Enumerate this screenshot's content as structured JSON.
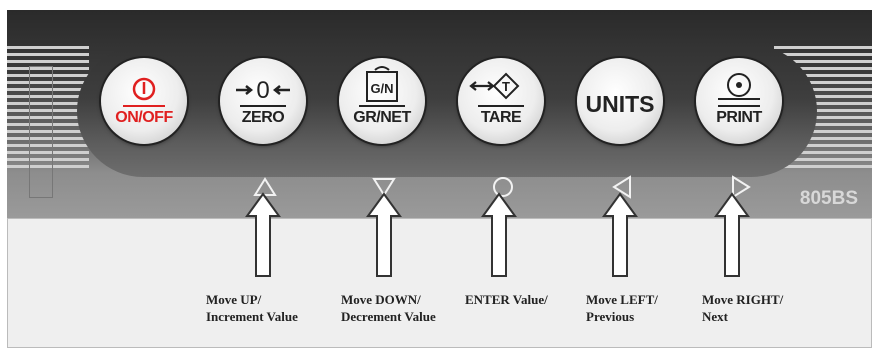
{
  "panel": {
    "model": "805BS",
    "buttons": [
      {
        "key": "onoff",
        "label": "ON/OFF",
        "icon": "power-icon"
      },
      {
        "key": "zero",
        "label": "ZERO",
        "icon": "zero-arrows-icon"
      },
      {
        "key": "grnet",
        "label": "GR/NET",
        "icon": "weight-gn-icon",
        "icon_text": "G/N"
      },
      {
        "key": "tare",
        "label": "TARE",
        "icon": "tare-icon",
        "icon_text": "T"
      },
      {
        "key": "units",
        "label": "UNITS",
        "icon": ""
      },
      {
        "key": "print",
        "label": "PRINT",
        "icon": "print-icon"
      }
    ],
    "nav_symbols": [
      "up-triangle-icon",
      "down-triangle-icon",
      "circle-icon",
      "left-triangle-icon",
      "right-triangle-icon"
    ]
  },
  "captions": [
    {
      "line1": "Move UP/",
      "line2": "Increment Value"
    },
    {
      "line1": "Move DOWN/",
      "line2": "Decrement Value"
    },
    {
      "line1": "ENTER Value/",
      "line2": ""
    },
    {
      "line1": "Move LEFT/",
      "line2": "Previous"
    },
    {
      "line1": "Move RIGHT/",
      "line2": "Next"
    }
  ],
  "colors": {
    "accent_red": "#e02020",
    "panel_dark": "#333333"
  }
}
